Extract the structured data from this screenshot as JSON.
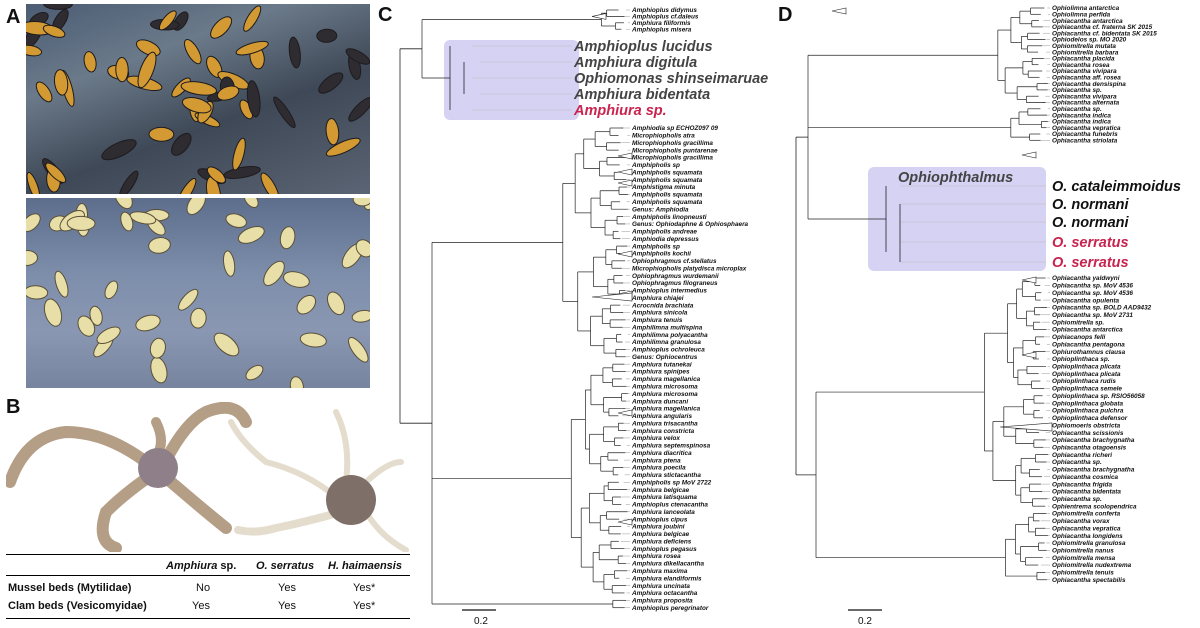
{
  "panels": {
    "a": "A",
    "b": "B",
    "c": "C",
    "d": "D"
  },
  "table": {
    "headers": [
      {
        "species": "Amphiura",
        "suffix": " sp."
      },
      {
        "species": "O. serratus",
        "suffix": ""
      },
      {
        "species": "H. haimaensis",
        "suffix": ""
      }
    ],
    "rows": [
      {
        "label": "Mussel beds (Mytilidae)",
        "cells": [
          "No",
          "Yes",
          "Yes*"
        ]
      },
      {
        "label": "Clam beds (Vesicomyidae)",
        "cells": [
          "Yes",
          "Yes",
          "Yes*"
        ]
      }
    ]
  },
  "tree_c": {
    "highlight": [
      "Amphioplus lucidus",
      "Amphiura digitula",
      "Ophiomonas shinseimaruae",
      "Amphiura bidentata",
      "Amphiura sp."
    ],
    "highlight_red": "Amphiura sp.",
    "top_leaves": [
      "Amphioplus didymus",
      "Amphioplus cf.daleus",
      "Amphiura filiformis",
      "Amphioplus misera"
    ],
    "leaves": [
      "Amphiodia sp  ECHOZ097 09",
      "Microphiopholis atra",
      "Microphiopholis gracillima",
      "Microphiopholis puntarenae",
      "Microphiopholis gracillima",
      "Amphipholis sp",
      "Amphipholis squamata",
      "Amphipholis squamata",
      "Amphistigma minuta",
      "Amphipholis squamata",
      "Amphipholis squamata",
      "Genus: Amphiodia",
      "Amphipholis linopneusti",
      "Genus: Ophiodaphne & Ophiosphaera",
      "Amphipholis andreae",
      "Amphiodia depressus",
      "Amphipholis sp",
      "Amphipholis kochii",
      "Ophiophragmus cf.stellatus",
      "Microphiopholis platydisca microplax",
      "Ophiophragmus wurdemanii",
      "Ophiophragmus filograneus",
      "Amphioplus intermedius",
      "Amphiura chiajei",
      "Acrocnida brachiata",
      "Amphiura sinicola",
      "Amphiura tenuis",
      "Amphilimna multispina",
      "Amphilimna polyacantha",
      "Amphilimna granulosa",
      "Amphioplus ochroleuca",
      "Genus: Ophiocentrus",
      "Amphiura tutanekai",
      "Amphiura spinipes",
      "Amphiura magellanica",
      "Amphiura microsoma",
      "Amphiura microsoma",
      "Amphiura duncani",
      "Amphiura magellanica",
      "Amphiura angularis",
      "Amphiura trisacantha",
      "Amphiura constricta",
      "Amphiura velox",
      "Amphiura septemspinosa",
      "Amphiura diacritica",
      "Amphiura ptena",
      "Amphiura poecila",
      "Amphiura stictacantha",
      "Amphipholis sp  MoV 2722",
      "Amphiura belgicae",
      "Amphiura latisquama",
      "Amphioplus ctenacantha",
      "Amphiura lanceolata",
      "Amphioplus cipus",
      "Amphiura joubini",
      "Amphiura belgicae",
      "Amphiura deficiens",
      "Amphioplus pegasus",
      "Amphiura rosea",
      "Amphiura dikellacantha",
      "Amphiura maxima",
      "Amphiura elandiformis",
      "Amphiura uncinata",
      "Amphiura octacantha",
      "Amphiura proposita",
      "Amphioplus peregrinator"
    ],
    "scale": "0.2"
  },
  "tree_d": {
    "top_leaves": [
      "Ophiolimna antarctica",
      "Ophiolimna perfida",
      "Ophiacantha antarctica",
      "Ophiacantha cf. fraterna SK 2015",
      "Ophiacantha cf. bidentata SK 2015",
      "Ophiodelos sp. MO 2020",
      "Ophiomitrella mutata",
      "Ophiomitrella barbara",
      "Ophiacantha placida",
      "Ophiacantha rosea",
      "Ophiacantha vivipara",
      "Ophiacantha aff. rosea",
      "Ophiacantha densispina",
      "Ophiacantha sp.",
      "Ophiacantha vivipara",
      "Ophiacantha alternata",
      "Ophiacantha sp.",
      "Ophiacantha indica",
      "Ophiacantha indica",
      "Ophiacantha vepratica",
      "Ophiacantha funebris",
      "Ophiacantha striolata"
    ],
    "genus": "Ophiophthalmus",
    "highlight": [
      "O. cataleimmoidus",
      "O. normani",
      "O. normani",
      "O. serratus",
      "O. serratus"
    ],
    "bottom_leaves": [
      "Ophiacantha yaldwyni",
      "Ophiacantha sp. MoV 4536",
      "Ophiacantha sp. MoV 4536",
      "Ophiacantha opulenta",
      "Ophiacantha sp. BOLD AAD9432",
      "Ophiacantha sp. MoV 2731",
      "Ophiomitrella sp.",
      "Ophiacantha antarctica",
      "Ophiacanops felli",
      "Ophiacantha pentagona",
      "Ophiurothamnus clausa",
      "Ophioplinthaca sp.",
      "Ophioplinthaca plicata",
      "Ophioplinthaca plicata",
      "Ophioplinthaca rudis",
      "Ophioplinthaca semele",
      "Ophioplinthaca sp. RSIO56058",
      "Ophioplinthaca globata",
      "Ophioplinthaca pulchra",
      "Ophioplinthaca defensor",
      "Ophiomoeris obstricta",
      "Ophiacantha scissionis",
      "Ophiacantha brachygnatha",
      "Ophiacantha otagoensis",
      "Ophiacantha richeri",
      "Ophiacantha sp.",
      "Ophiacantha brachygnatha",
      "Ophiacantha cosmica",
      "Ophiacantha frigida",
      "Ophiacantha bidentata",
      "Ophiacantha sp.",
      "Ophientrema scolopendrica",
      "Ophiomitrella conferta",
      "Ophiacantha vorax",
      "Ophiacantha vepratica",
      "Ophiacantha longidens",
      "Ophiomitrella granulosa",
      "Ophiomitrella nanus",
      "Ophiomitrella mensa",
      "Ophiomitrella nudextrema",
      "Ophiomitrella tenuis",
      "Ophiacantha spectabilis"
    ],
    "scale": "0.2"
  },
  "colors": {
    "highlight_box": "#d6d2f4",
    "highlight_red": "#c8244f",
    "highlight_text": "#444444"
  }
}
